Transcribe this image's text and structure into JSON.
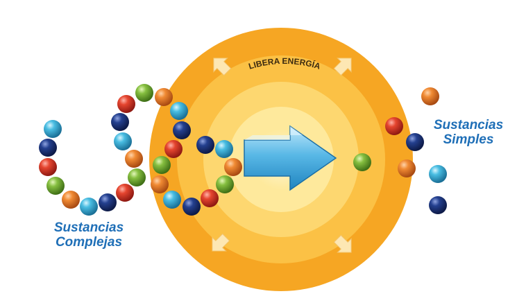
{
  "diagram": {
    "arc_label": "LIBERA ENERGÍA",
    "complex_label_line1": "Sustancias",
    "complex_label_line2": "Complejas",
    "simple_label_line1": "Sustancias",
    "simple_label_line2": "Simples"
  },
  "colors": {
    "ring_outer": "#f7a823",
    "ring_2": "#fbc343",
    "ring_3": "#fdd96d",
    "ring_4": "#fee99a",
    "ring_core": "#fff6cf",
    "arrow_fill": "#5bb8e6",
    "label_text": "#1f6fb7",
    "molecule_red": "#d9342b",
    "molecule_navy": "#1b2f73",
    "molecule_cyan": "#3fb6dc",
    "molecule_orange": "#ec7a2c",
    "molecule_green": "#7db63c"
  }
}
